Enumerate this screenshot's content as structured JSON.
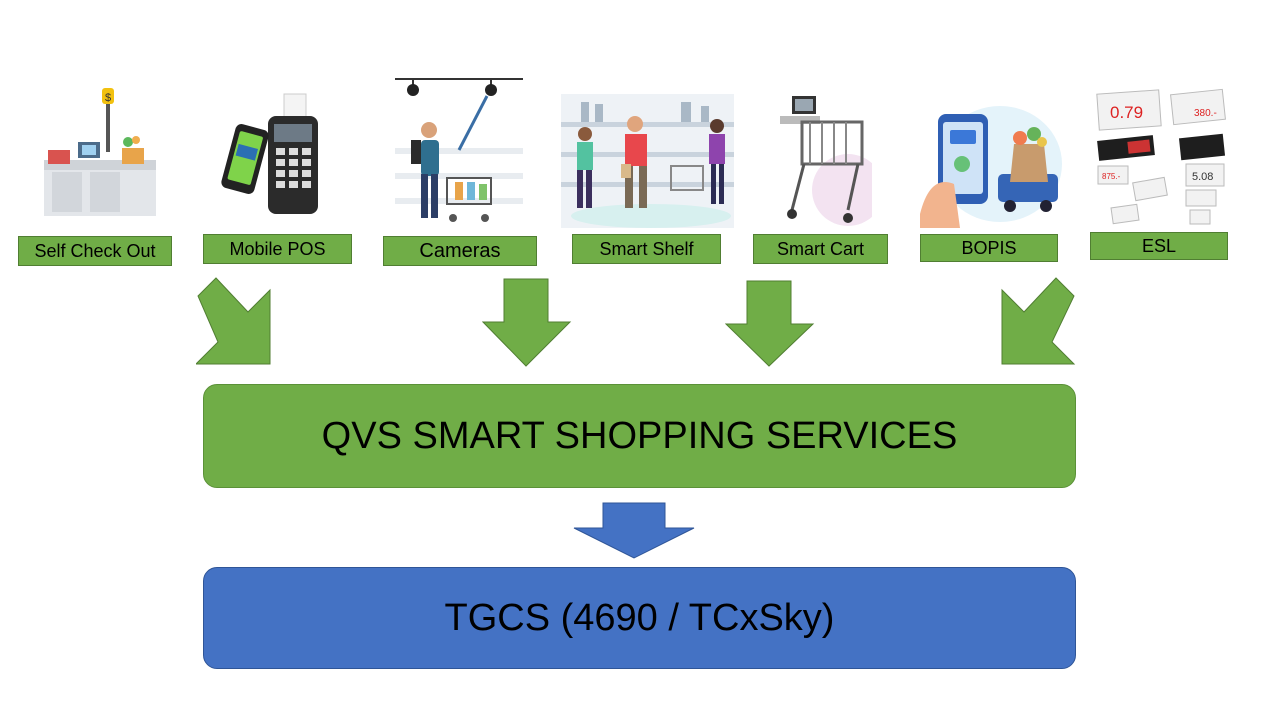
{
  "sources": [
    {
      "label": "Self Check Out",
      "icon": "self-checkout-kiosk"
    },
    {
      "label": "Mobile POS",
      "icon": "mobile-pos-terminal"
    },
    {
      "label": "Cameras",
      "icon": "ceiling-cameras-shopper"
    },
    {
      "label": "Smart Shelf",
      "icon": "smart-shelf-shoppers"
    },
    {
      "label": "Smart Cart",
      "icon": "smart-cart"
    },
    {
      "label": "BOPIS",
      "icon": "buy-online-pickup-phone"
    },
    {
      "label": "ESL",
      "icon": "electronic-shelf-labels"
    }
  ],
  "esl_prices": [
    "0.79",
    "380.-",
    "5.08",
    "875.-"
  ],
  "services": {
    "label": "QVS SMART SHOPPING SERVICES"
  },
  "platform": {
    "label": "TGCS (4690 / TCxSky)"
  },
  "colors": {
    "green": "#70ad47",
    "blue": "#4472c4"
  }
}
